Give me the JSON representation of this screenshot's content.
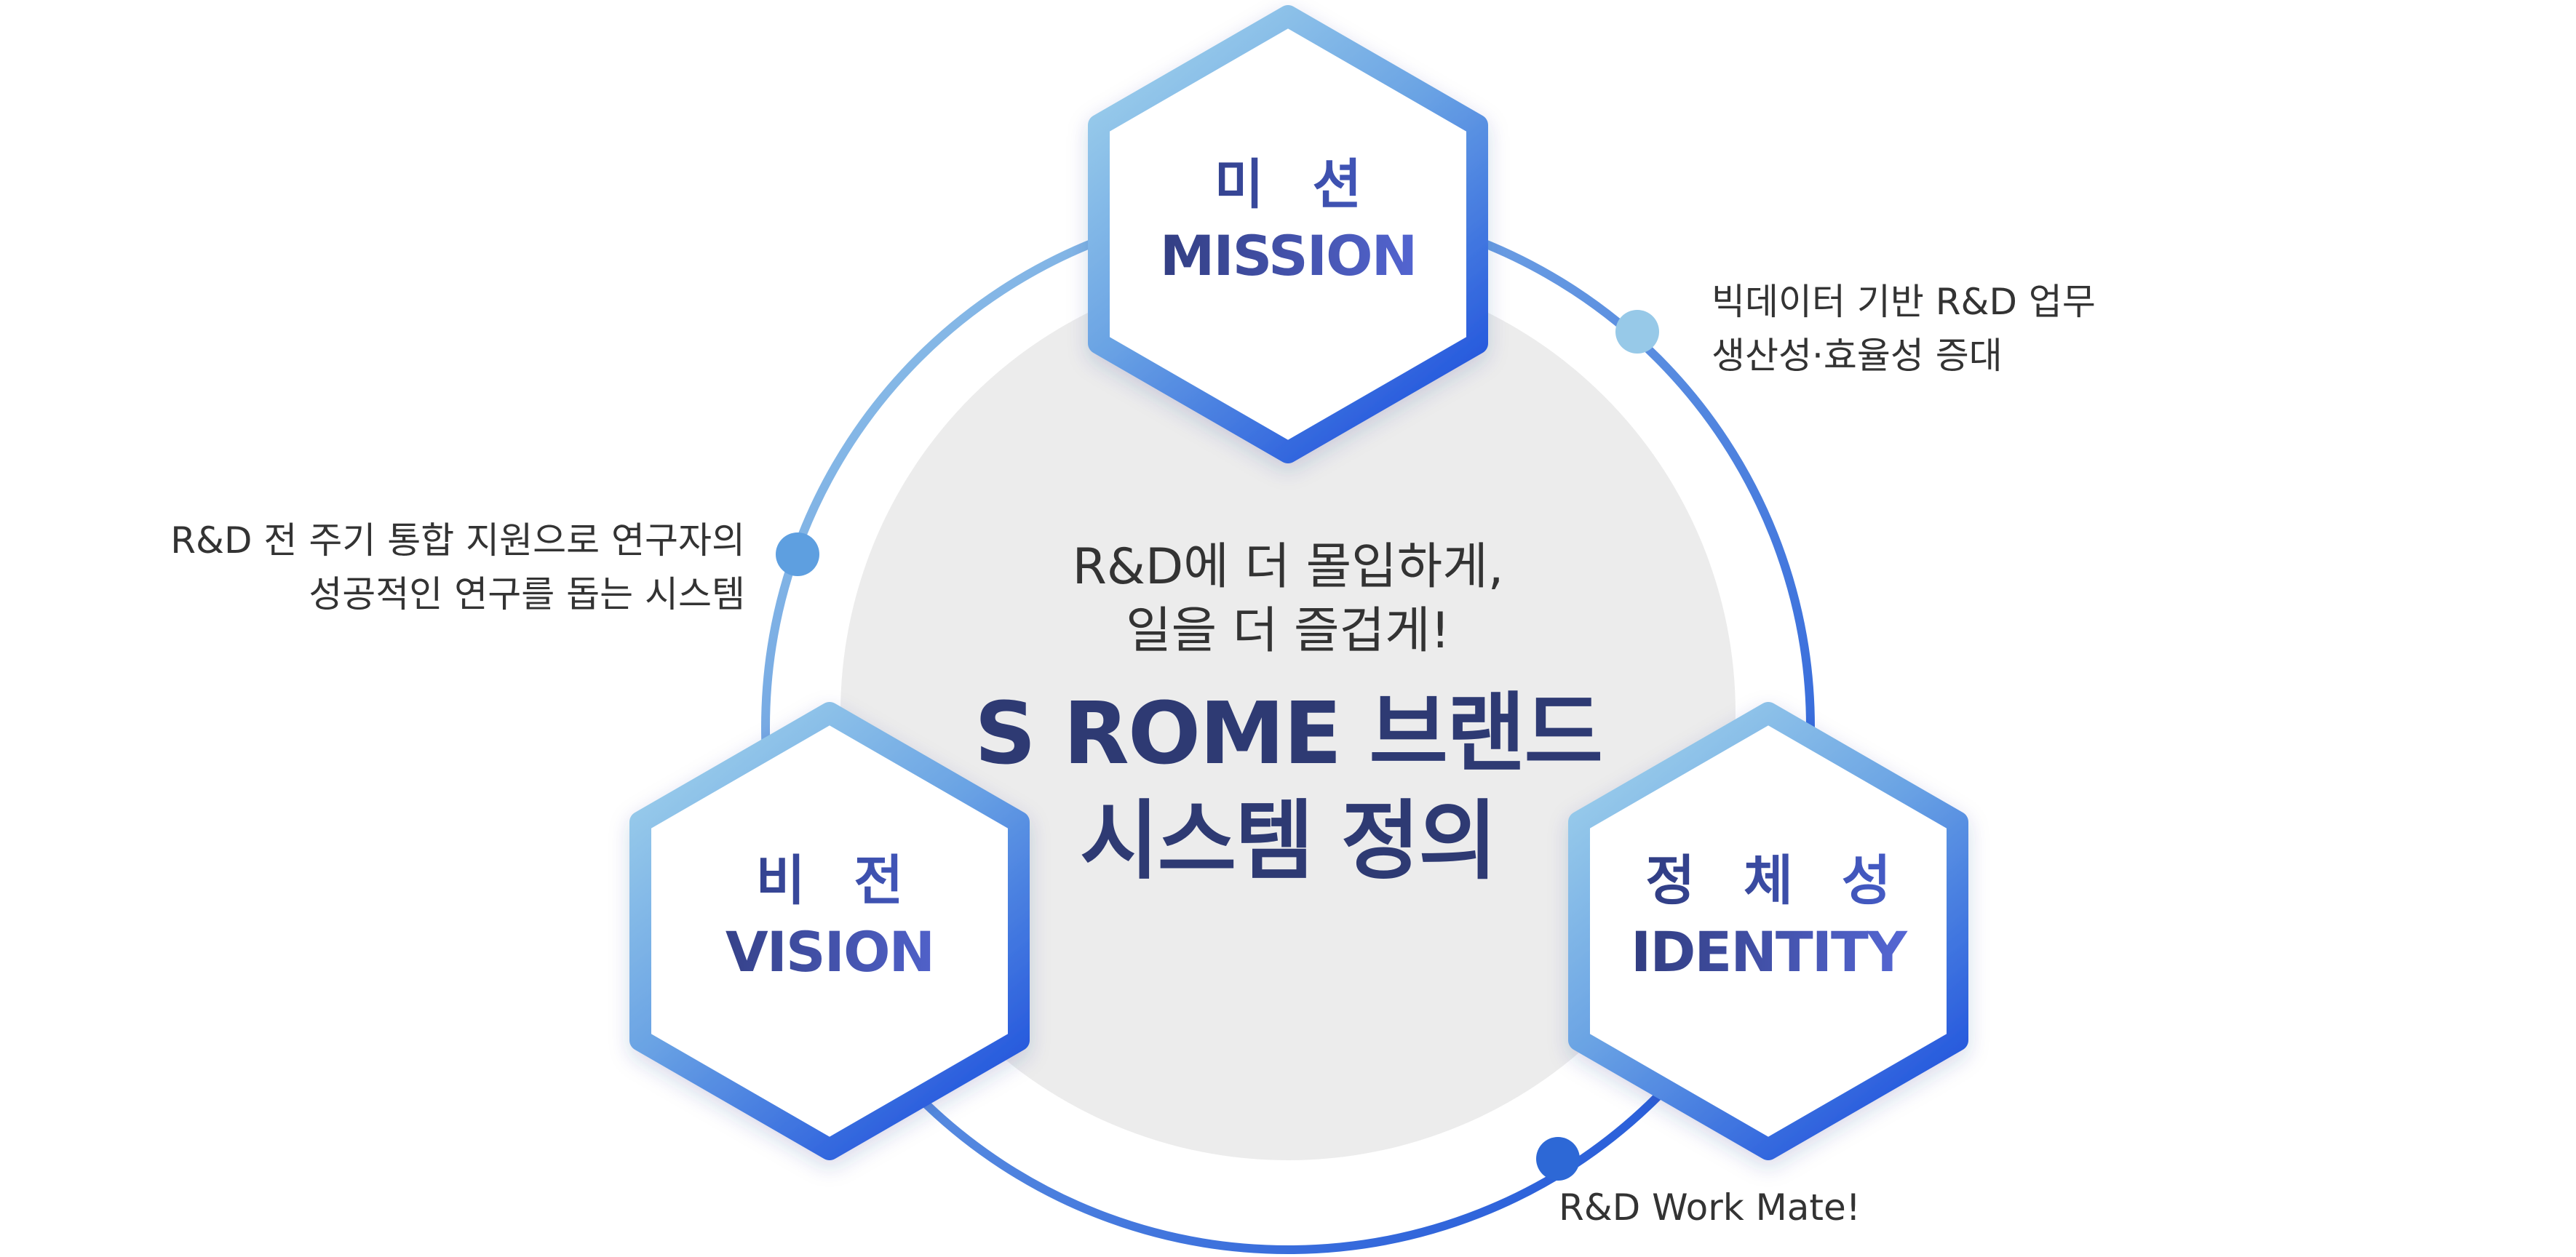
{
  "center": {
    "subtitle_line1": "R&D에 더 몰입하게,",
    "subtitle_line2": "일을 더 즐겁게!",
    "title_line1": "S ROME 브랜드",
    "title_line2": "시스템 정의"
  },
  "nodes": {
    "mission": {
      "label_kr": "미션",
      "label_en": "MISSION",
      "desc_line1": "빅데이터 기반 R&D 업무",
      "desc_line2": "생산성·효율성 증대"
    },
    "vision": {
      "label_kr": "비전",
      "label_en": "VISION",
      "desc_line1": "R&D 전 주기 통합 지원으로 연구자의",
      "desc_line2": "성공적인 연구를 돕는 시스템"
    },
    "identity": {
      "label_kr": "정체성",
      "label_en": "IDENTITY",
      "desc_line1": "R&D Work Mate!"
    }
  },
  "colors": {
    "ring_light": "#97c9e8",
    "ring_dark": "#1a4fd8",
    "center_fill": "#ececec",
    "title": "#2e3a73",
    "text": "#333333",
    "dot_mission": "#97c9e8",
    "dot_vision": "#5e9fe0",
    "dot_identity": "#2d68d6"
  }
}
